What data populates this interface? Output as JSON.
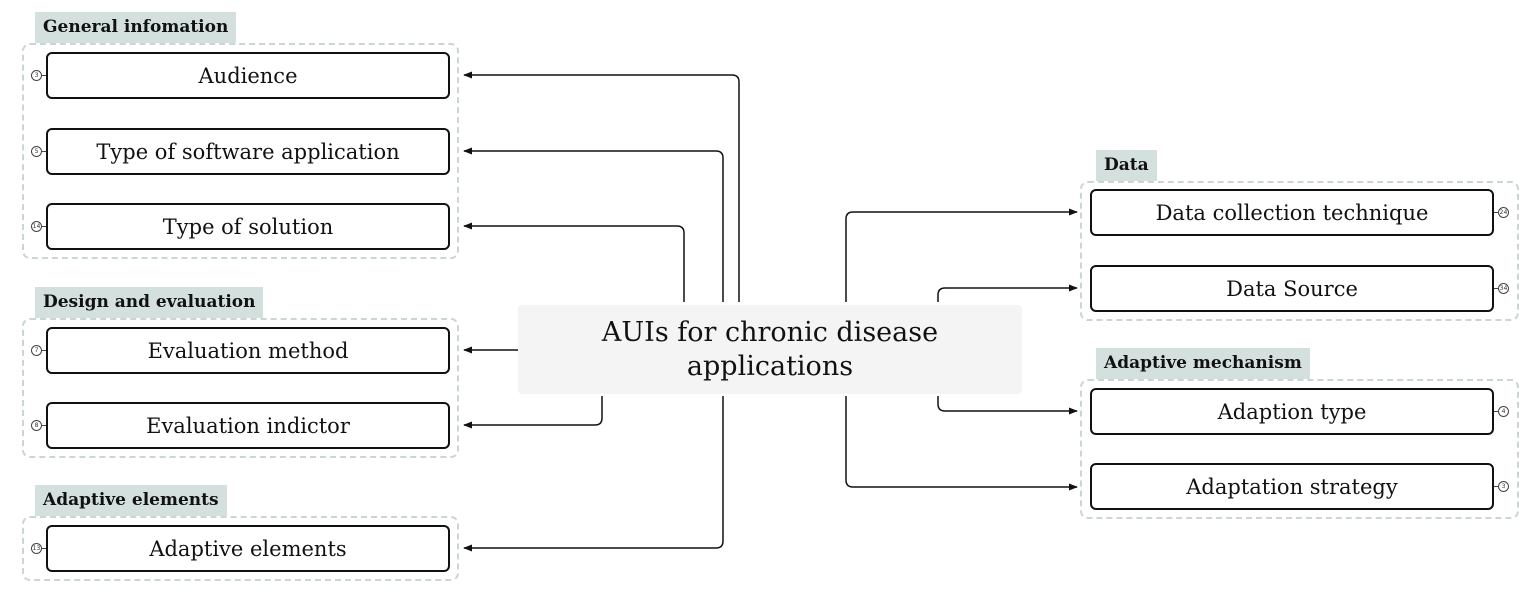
{
  "central": {
    "line1": "AUIs for chronic disease",
    "line2": "applications"
  },
  "groups": [
    {
      "title": "General infomation",
      "items": [
        {
          "label": "Audience",
          "count": "3"
        },
        {
          "label": "Type of software application",
          "count": "5"
        },
        {
          "label": "Type of solution",
          "count": "14"
        }
      ]
    },
    {
      "title": "Design and evaluation",
      "items": [
        {
          "label": "Evaluation method",
          "count": "7"
        },
        {
          "label": "Evaluation indictor",
          "count": "8"
        }
      ]
    },
    {
      "title": "Adaptive elements",
      "items": [
        {
          "label": "Adaptive elements",
          "count": "13"
        }
      ]
    },
    {
      "title": "Data",
      "items": [
        {
          "label": "Data collection technique",
          "count": "24"
        },
        {
          "label": "Data Source",
          "count": "34"
        }
      ]
    },
    {
      "title": "Adaptive mechanism",
      "items": [
        {
          "label": "Adaption type",
          "count": "4"
        },
        {
          "label": "Adaptation strategy",
          "count": "3"
        }
      ]
    }
  ],
  "colors": {
    "stroke": "#111111",
    "frame": "#c9d6d3",
    "title_bg": "#d3e0de",
    "central_bg": "#f4f4f4"
  }
}
